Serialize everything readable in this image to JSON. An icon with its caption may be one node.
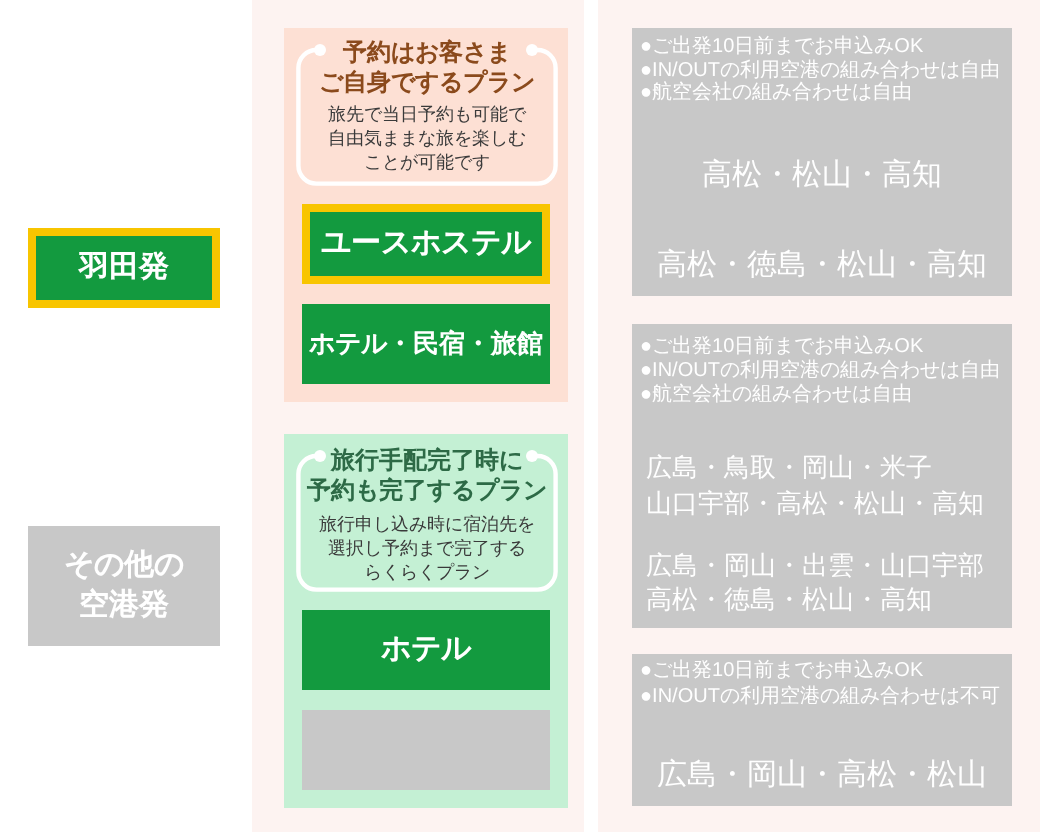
{
  "diagram": {
    "nodes": [
      {
        "text": [
          "羽田発"
        ]
      },
      {
        "text": [
          "その他の空港発"
        ]
      },
      {
        "text": [],
        "shape": "box"
      },
      {
        "text": [
          "予約はお客さまご自身でするプラン",
          "旅先で当日予約も可能で自由気ままな旅を楽しむことが可能です"
        ],
        "in": 2
      },
      {
        "text": [
          "ユースホステル"
        ],
        "in": 2
      },
      {
        "text": [
          "ホテル・民宿・旅館"
        ],
        "in": 2
      },
      {
        "text": [],
        "shape": "box"
      },
      {
        "text": [
          "旅行手配完了時に予約も完了するプラン",
          "旅行申し込み時に宿泊先を選択し予約まで完了するらくらくプラン"
        ],
        "in": 6
      },
      {
        "text": [
          "ホテル"
        ],
        "in": 6
      },
      {
        "text": [],
        "shape": "box",
        "in": 6
      },
      {
        "text": [
          "●ご出発10日前までお申込みOK",
          "●IN/OUTの利用空港の組み合わせは自由",
          "●航空会社の組み合わせは自由",
          "高松・松山・高知",
          "高松・徳島・松山・高知"
        ]
      },
      {
        "text": [
          "●ご出発10日前までお申込みOK",
          "●IN/OUTの利用空港の組み合わせは自由",
          "●航空会社の組み合わせは自由",
          "広島・鳥取・岡山・米子山口宇部・高松・松山・高知",
          "広島・岡山・出雲・山口宇部高松・徳島・松山・高知"
        ]
      },
      {
        "text": [
          "●ご出発10日前までお申込みOK",
          "●IN/OUTの利用空港の組み合わせは不可",
          "広島・岡山・高松・松山"
        ]
      }
    ]
  }
}
